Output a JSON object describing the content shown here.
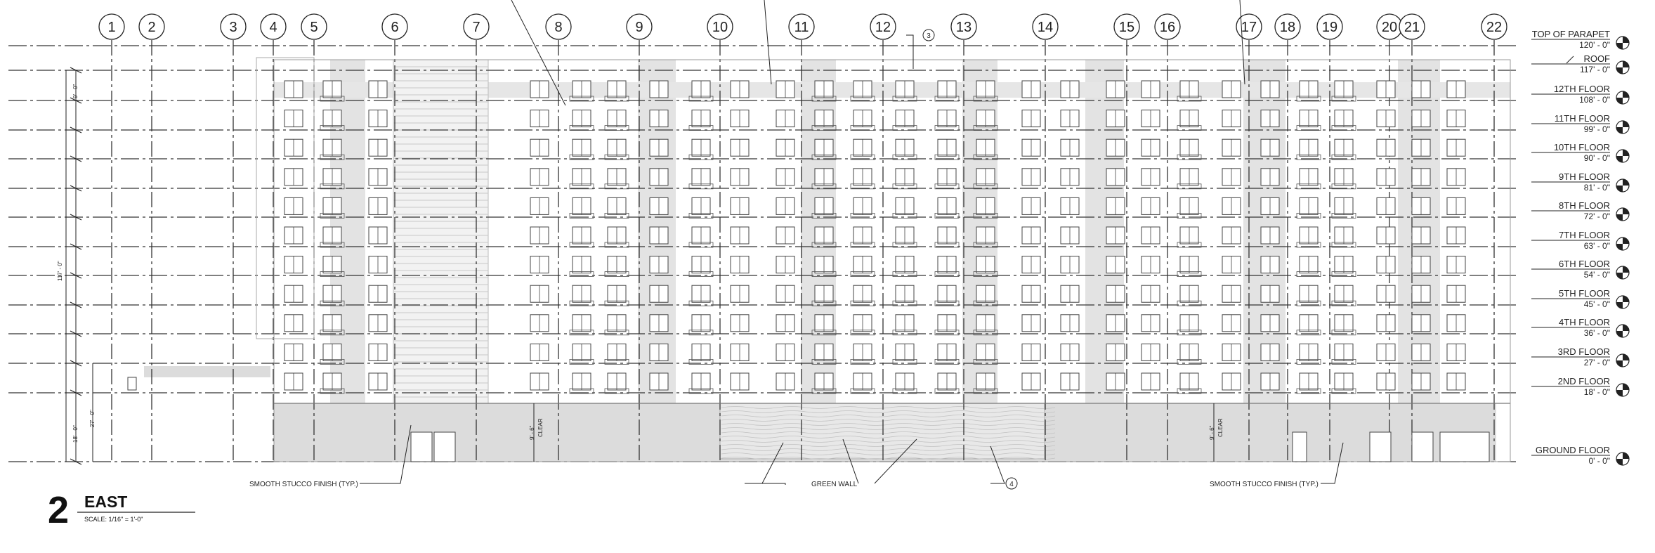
{
  "view": {
    "number": "2",
    "name": "EAST",
    "scale": "SCALE: 1/16\" = 1'-0\""
  },
  "grid_lines": [
    "1",
    "2",
    "3",
    "4",
    "5",
    "6",
    "7",
    "8",
    "9",
    "10",
    "11",
    "12",
    "13",
    "14",
    "15",
    "16",
    "17",
    "18",
    "19",
    "20",
    "21",
    "22"
  ],
  "levels": [
    {
      "name": "TOP OF PARAPET",
      "elev": "120' - 0\""
    },
    {
      "name": "ROOF",
      "elev": "117' - 0\""
    },
    {
      "name": "12TH FLOOR",
      "elev": "108' - 0\""
    },
    {
      "name": "11TH FLOOR",
      "elev": "99' - 0\""
    },
    {
      "name": "10TH FLOOR",
      "elev": "90' - 0\""
    },
    {
      "name": "9TH FLOOR",
      "elev": "81' - 0\""
    },
    {
      "name": "8TH FLOOR",
      "elev": "72' - 0\""
    },
    {
      "name": "7TH FLOOR",
      "elev": "63' - 0\""
    },
    {
      "name": "6TH FLOOR",
      "elev": "54' - 0\""
    },
    {
      "name": "5TH FLOOR",
      "elev": "45' - 0\""
    },
    {
      "name": "4TH FLOOR",
      "elev": "36' - 0\""
    },
    {
      "name": "3RD FLOOR",
      "elev": "27' - 0\""
    },
    {
      "name": "2ND FLOOR",
      "elev": "18' - 0\""
    },
    {
      "name": "GROUND FLOOR",
      "elev": "0' - 0\""
    }
  ],
  "dimensions": {
    "total_height": "117' - 0\"",
    "typical_floor": "9' - 0\"",
    "ground_floor": "18' - 0\"",
    "podium": "27' - 0\"",
    "clear_height": "9' - 6\"",
    "clear_label": "CLEAR"
  },
  "notes": {
    "stucco_left": "SMOOTH STUCCO FINISH (TYP.)",
    "stucco_right": "SMOOTH STUCCO FINISH (TYP.)",
    "green_wall": "GREEN WALL",
    "keynote_3": "3",
    "keynote_4": "4"
  },
  "colors": {
    "line": "#222222",
    "shade": "#d9d9d9",
    "light_shade": "#e8e8e8"
  }
}
